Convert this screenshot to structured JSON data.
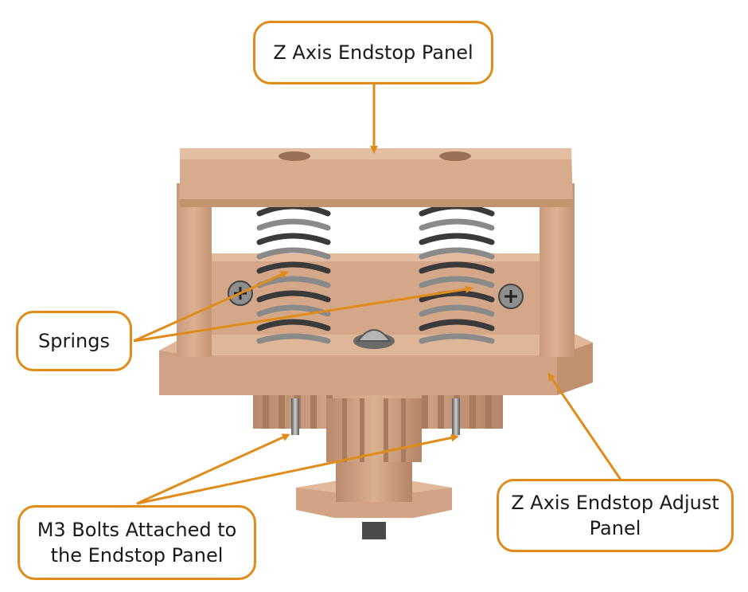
{
  "callouts": {
    "top": "Z Axis Endstop Panel",
    "springs": "Springs",
    "bolts_line1": "M3 Bolts Attached to",
    "bolts_line2": "the Endstop Panel",
    "adjust_line1": "Z Axis Endstop Adjust",
    "adjust_line2": "Panel"
  },
  "colors": {
    "callout_border": "#e08c1b",
    "arrow": "#e08c1b",
    "part_main": "#d6a98a",
    "part_shadow": "#b88a6c",
    "part_light": "#e4bfa3",
    "spring_dark": "#3a3a3a",
    "spring_light": "#9a9a9a"
  }
}
